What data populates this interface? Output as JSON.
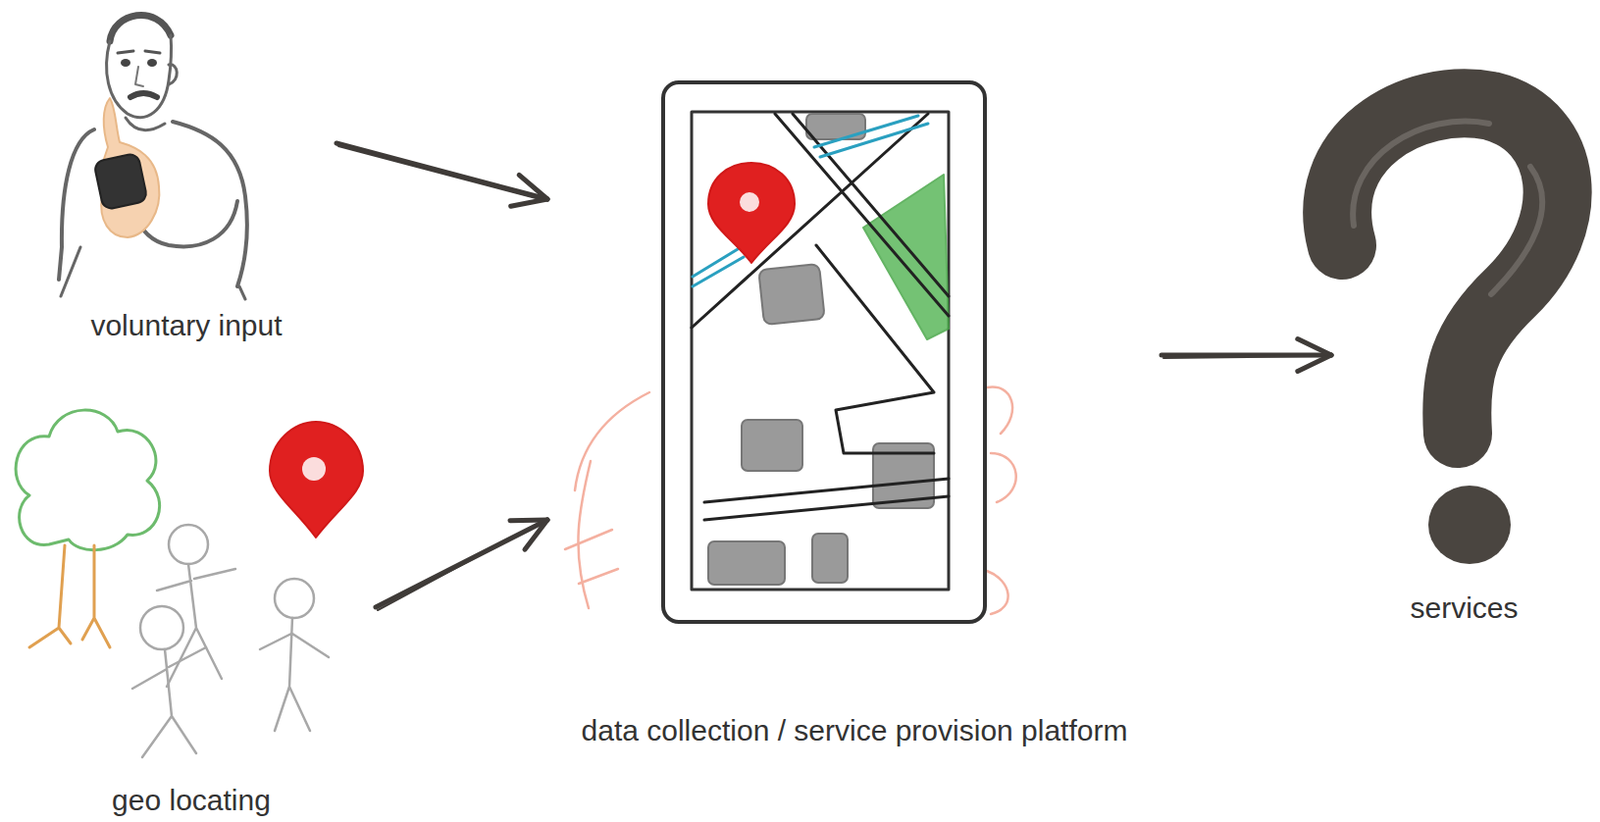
{
  "diagram": {
    "nodes": [
      {
        "text": [
          "voluntary input"
        ]
      },
      {
        "text": [
          "geo locating"
        ]
      },
      {
        "text": [
          "data collection / service provision platform"
        ]
      },
      {
        "text": [
          "services"
        ]
      }
    ],
    "edges": [
      {
        "from": 0,
        "to": 2,
        "arrow": "to"
      },
      {
        "from": 1,
        "to": 2,
        "arrow": "to"
      },
      {
        "from": 2,
        "to": 3,
        "arrow": "to"
      }
    ]
  }
}
